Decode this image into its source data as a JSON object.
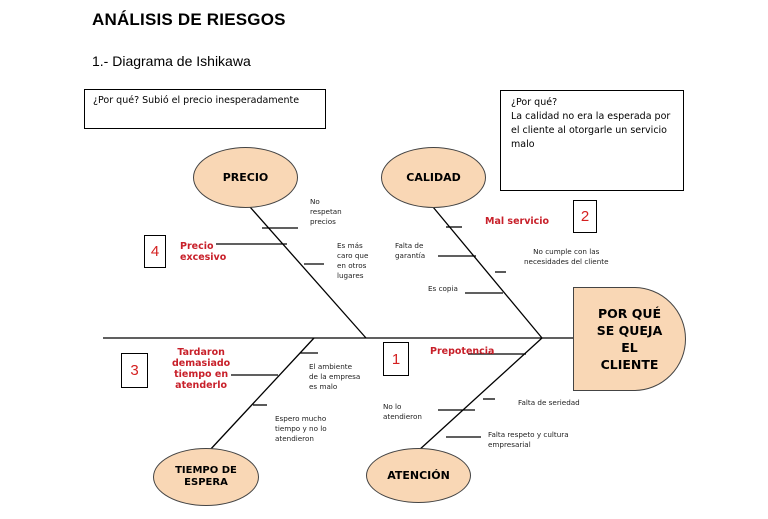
{
  "title": "ANÁLISIS DE RIESGOS",
  "subtitle": "1.-  Diagrama de Ishikawa",
  "question_box_left": "¿Por qué? Subió el precio inesperadamente",
  "question_box_right": "¿Por qué?\nLa calidad no era la esperada por el cliente al otorgarle un servicio malo",
  "head": "POR QUÉ\nSE QUEJA\nEL\nCLIENTE",
  "categories": {
    "precio": "PRECIO",
    "calidad": "CALIDAD",
    "tiempo": "TIEMPO DE ESPERA",
    "atencion": "ATENCIÓN"
  },
  "numbers": {
    "n1": "1",
    "n2": "2",
    "n3": "3",
    "n4": "4"
  },
  "red_labels": {
    "precio_excesivo": "Precio\nexcesivo",
    "mal_servicio": "Mal  servicio",
    "tardaron": "Tardaron\ndemasiado\ntiempo en\natenderlo",
    "prepotencia": "Prepotencia"
  },
  "causes": {
    "no_respetan": "No\nrespetan\nprecios",
    "es_mas_caro": "Es más\ncaro que\nen otros\nlugares",
    "falta_garantia": "Falta de\ngarantía",
    "es_copia": "Es copia",
    "no_cumple": "No cumple con las\nnecesidades del cliente",
    "ambiente": "El  ambiente\nde la empresa\nes malo",
    "espero": "Espero mucho\ntiempo y no lo\natendieron",
    "no_lo_atendieron": "No lo\natendieron",
    "falta_seriedad": "Falta de seriedad",
    "falta_respeto": "Falta respeto y cultura\nempresarial"
  }
}
